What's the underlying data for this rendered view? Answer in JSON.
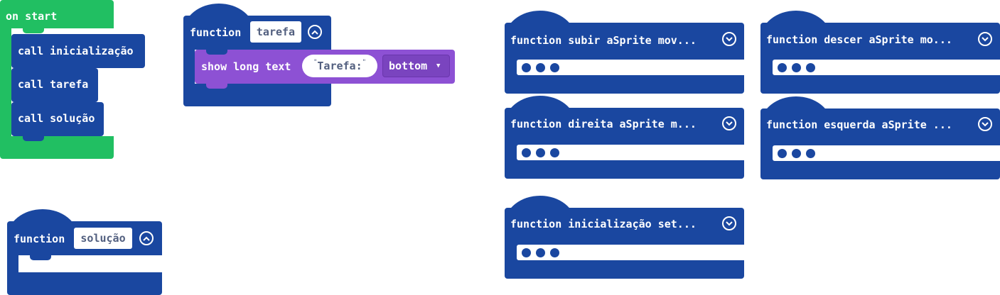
{
  "on_start": {
    "label": "on start",
    "calls": [
      {
        "label": "call inicialização"
      },
      {
        "label": "call tarefa"
      },
      {
        "label": "call solução"
      }
    ]
  },
  "function_tarefa": {
    "keyword": "function",
    "name": "tarefa",
    "show_long_text": {
      "label": "show long text",
      "text": "Tarefa:",
      "position": "bottom"
    }
  },
  "function_solucao": {
    "keyword": "function",
    "name": "solução"
  },
  "collapsed_functions": [
    {
      "label": "function subir aSprite  mov..."
    },
    {
      "label": "function descer aSprite  mo..."
    },
    {
      "label": "function direita aSprite  m..."
    },
    {
      "label": "function esquerda aSprite  ..."
    },
    {
      "label": "function inicialização  set..."
    }
  ],
  "colors": {
    "function_block": "#1a47a0",
    "event_block": "#21bf62",
    "show_text_block": "#8d51d4"
  }
}
